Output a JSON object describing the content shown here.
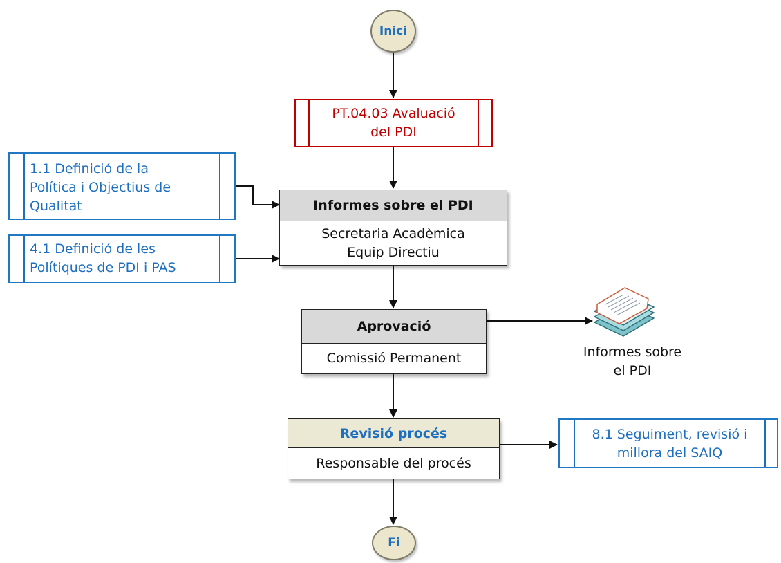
{
  "start": {
    "label": "Inici"
  },
  "end": {
    "label": "Fi"
  },
  "subprocess": {
    "lines": [
      "PT.04.03 Avaluació",
      "del PDI"
    ]
  },
  "inputs": [
    {
      "lines": [
        "1.1 Definició de la",
        "Política i Objectius de",
        "Qualitat"
      ]
    },
    {
      "lines": [
        "4.1 Definició de les",
        "Polítiques de PDI i PAS"
      ]
    }
  ],
  "tasks": [
    {
      "title": "Informes sobre el PDI",
      "lines": [
        "Secretaria Acadèmica",
        "Equip Directiu"
      ]
    },
    {
      "title": "Aprovació",
      "lines": [
        "Comissió Permanent"
      ]
    },
    {
      "title": "Revisió procés",
      "lines": [
        "Responsable del procés"
      ]
    }
  ],
  "document": {
    "lines": [
      "Informes sobre",
      "el PDI"
    ],
    "icon": "document-stack-icon"
  },
  "output": {
    "lines": [
      "8.1 Seguiment, revisió i",
      "millora del SAIQ"
    ]
  },
  "colors": {
    "red_subprocess": "#c00000",
    "blue_link": "#1f6fbf",
    "circle_fill": "#ece7cc",
    "task_header": "#d9d9d9",
    "review_header": "#ebe8d4"
  }
}
